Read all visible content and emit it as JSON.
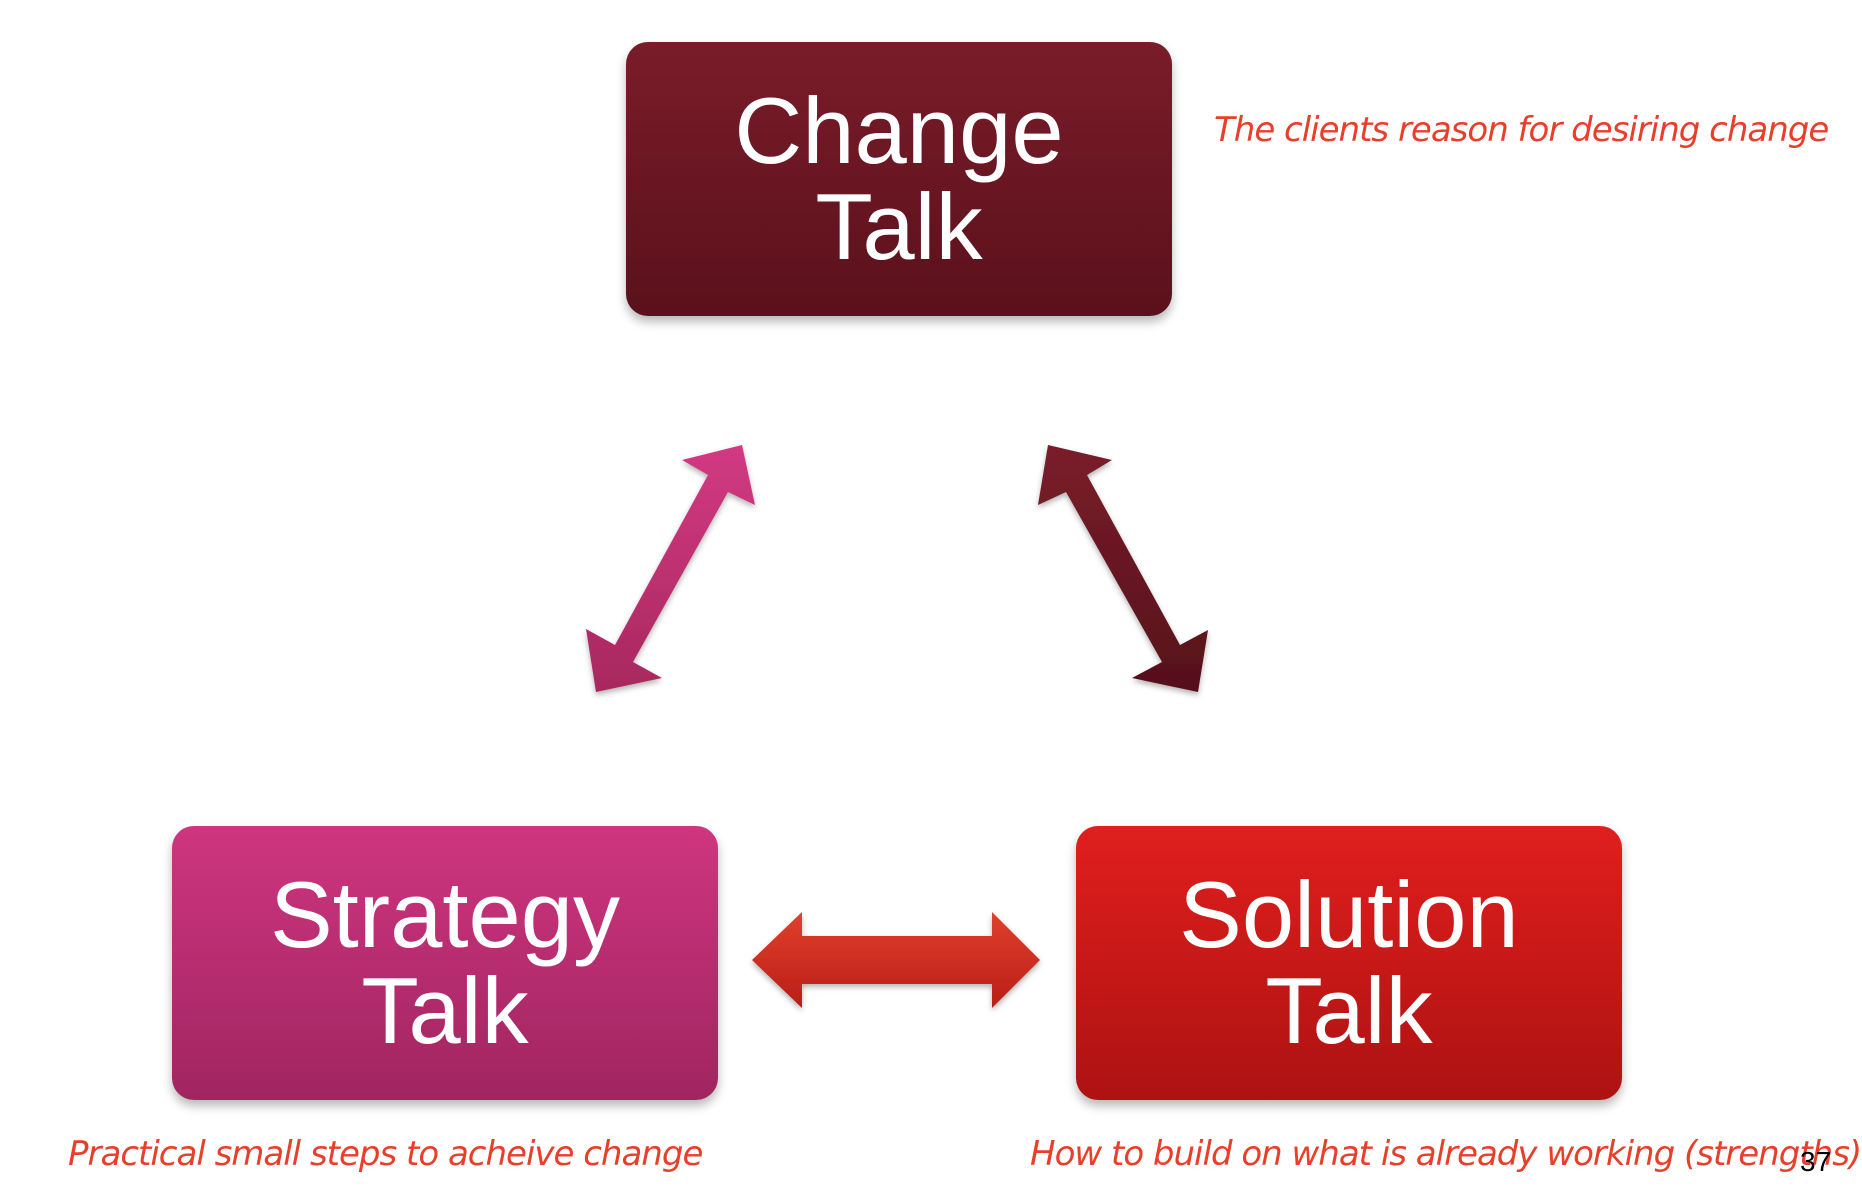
{
  "nodes": {
    "change": {
      "line1": "Change",
      "line2": "Talk"
    },
    "strategy": {
      "line1": "Strategy",
      "line2": "Talk"
    },
    "solution": {
      "line1": "Solution",
      "line2": "Talk"
    }
  },
  "annotations": {
    "change": "The clients reason for desiring change",
    "strategy": "Practical small steps to acheive change",
    "solution": "How to build on what is already working (strengths)"
  },
  "page_number": "37",
  "colors": {
    "change_box": "#6b1622",
    "strategy_box": "#c1306f",
    "solution_box": "#d21a18",
    "annotation_text": "#e83e2a",
    "arrow_change_strategy": "#c1306f",
    "arrow_change_solution": "#6b1622",
    "arrow_strategy_solution": "#cc2a20"
  },
  "connections": [
    {
      "from": "change",
      "to": "strategy",
      "type": "bidirectional-arrow"
    },
    {
      "from": "change",
      "to": "solution",
      "type": "bidirectional-arrow"
    },
    {
      "from": "strategy",
      "to": "solution",
      "type": "bidirectional-arrow"
    }
  ]
}
